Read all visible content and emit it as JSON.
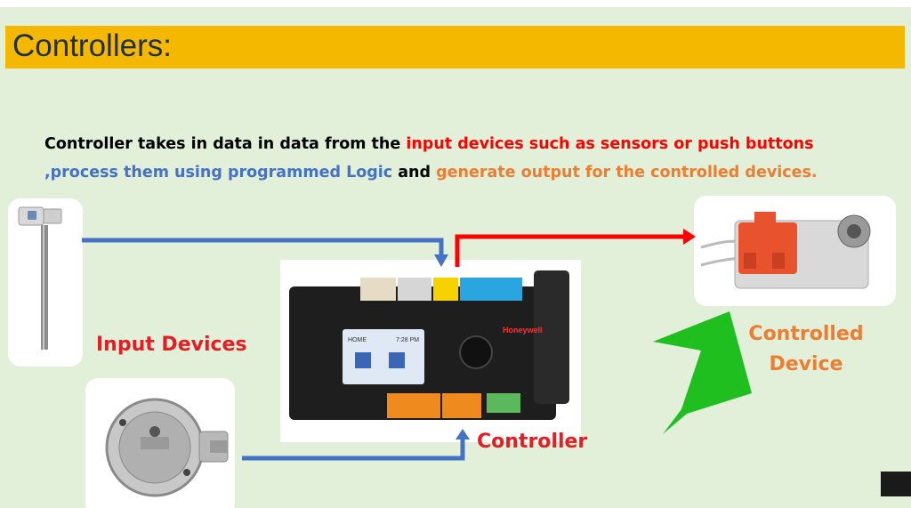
{
  "slide": {
    "title": "Controllers:",
    "description": {
      "part1": "Controller takes in data in data from the ",
      "part2": "input devices such as  sensors or push buttons",
      "part3": ",process them using programmed Logic",
      "part4": " and ",
      "part5": "generate output for the controlled devices."
    },
    "labels": {
      "input_devices": "Input Devices",
      "controller": "Controller",
      "controlled_device_line1": "Controlled",
      "controlled_device_line2": "Device"
    },
    "device_text": {
      "brand": "Honeywell",
      "screen_home": "HOME",
      "screen_time": "7:28 PM"
    }
  },
  "colors": {
    "title_bar": "#f5b800",
    "background": "#e2efd9",
    "red": "#ff0000",
    "blue": "#4472c4",
    "orange": "#ed7d31",
    "green_arrow": "#1fbf1f"
  }
}
